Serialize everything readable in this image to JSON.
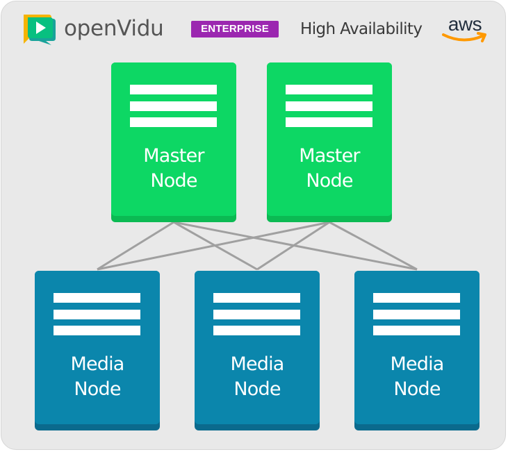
{
  "header": {
    "brand_name": "openVidu",
    "badge": "ENTERPRISE",
    "title": "High Availability",
    "cloud_logo_text": "aws"
  },
  "colors": {
    "background": "#e9e9e9",
    "master_node": "#0dd764",
    "media_node": "#0b86ac",
    "badge": "#9b27b0",
    "connection_line": "#a0a0a0",
    "aws_smile": "#ff9900"
  },
  "master_nodes": [
    {
      "line1": "Master",
      "line2": "Node"
    },
    {
      "line1": "Master",
      "line2": "Node"
    }
  ],
  "media_nodes": [
    {
      "line1": "Media",
      "line2": "Node"
    },
    {
      "line1": "Media",
      "line2": "Node"
    },
    {
      "line1": "Media",
      "line2": "Node"
    }
  ],
  "connections": "every master node links to every media node"
}
